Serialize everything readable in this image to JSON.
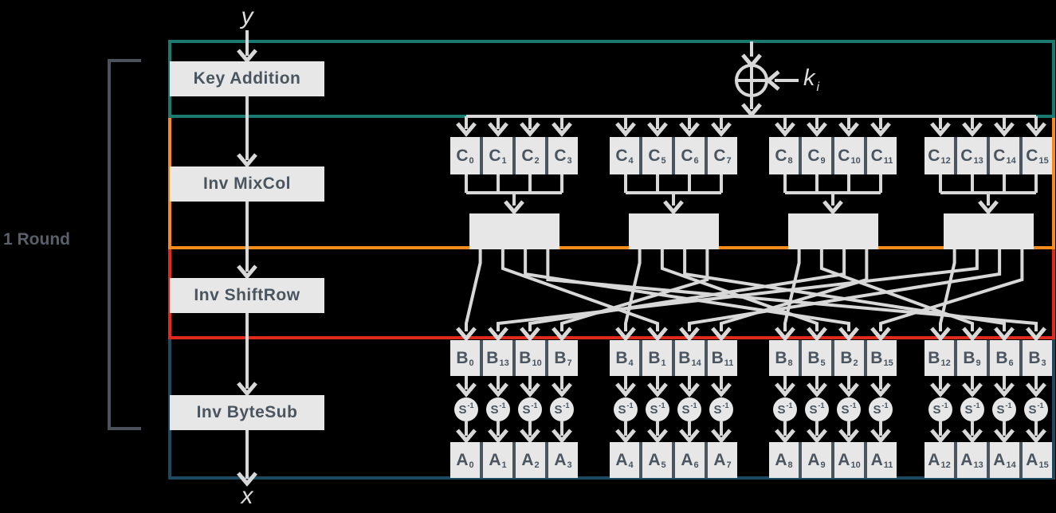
{
  "labels": {
    "input": "y",
    "output": "x",
    "round_key": "k",
    "round_key_sub": "i",
    "round_bracket": "1 Round"
  },
  "stages": [
    {
      "id": "key-addition",
      "label": "Key Addition",
      "border_color": "#1B7A70"
    },
    {
      "id": "inv-mixcol",
      "label": "Inv MixCol",
      "border_color": "#F68B1E"
    },
    {
      "id": "inv-shiftrow",
      "label": "Inv ShiftRow",
      "border_color": "#DF2A1D"
    },
    {
      "id": "inv-bytesub",
      "label": "Inv ByteSub",
      "border_color": "#1D4A5F"
    }
  ],
  "byte_rows": {
    "top": {
      "letter": "C",
      "indices": [
        0,
        1,
        2,
        3,
        4,
        5,
        6,
        7,
        8,
        9,
        10,
        11,
        12,
        13,
        14,
        15
      ]
    },
    "middle": {
      "letter": "B",
      "indices": [
        0,
        13,
        10,
        7,
        4,
        1,
        14,
        11,
        8,
        5,
        2,
        15,
        12,
        9,
        6,
        3
      ]
    },
    "bottom": {
      "letter": "A",
      "indices": [
        0,
        1,
        2,
        3,
        4,
        5,
        6,
        7,
        8,
        9,
        10,
        11,
        12,
        13,
        14,
        15
      ]
    }
  },
  "sbox": {
    "letter": "S",
    "superscript": "-1"
  },
  "colors": {
    "background": "#000000",
    "box_fill": "#E7E7E7",
    "box_text": "#4A5560",
    "line": "#D8D8D8",
    "bracket": "#4B525C",
    "round_text": "#5A606A"
  }
}
